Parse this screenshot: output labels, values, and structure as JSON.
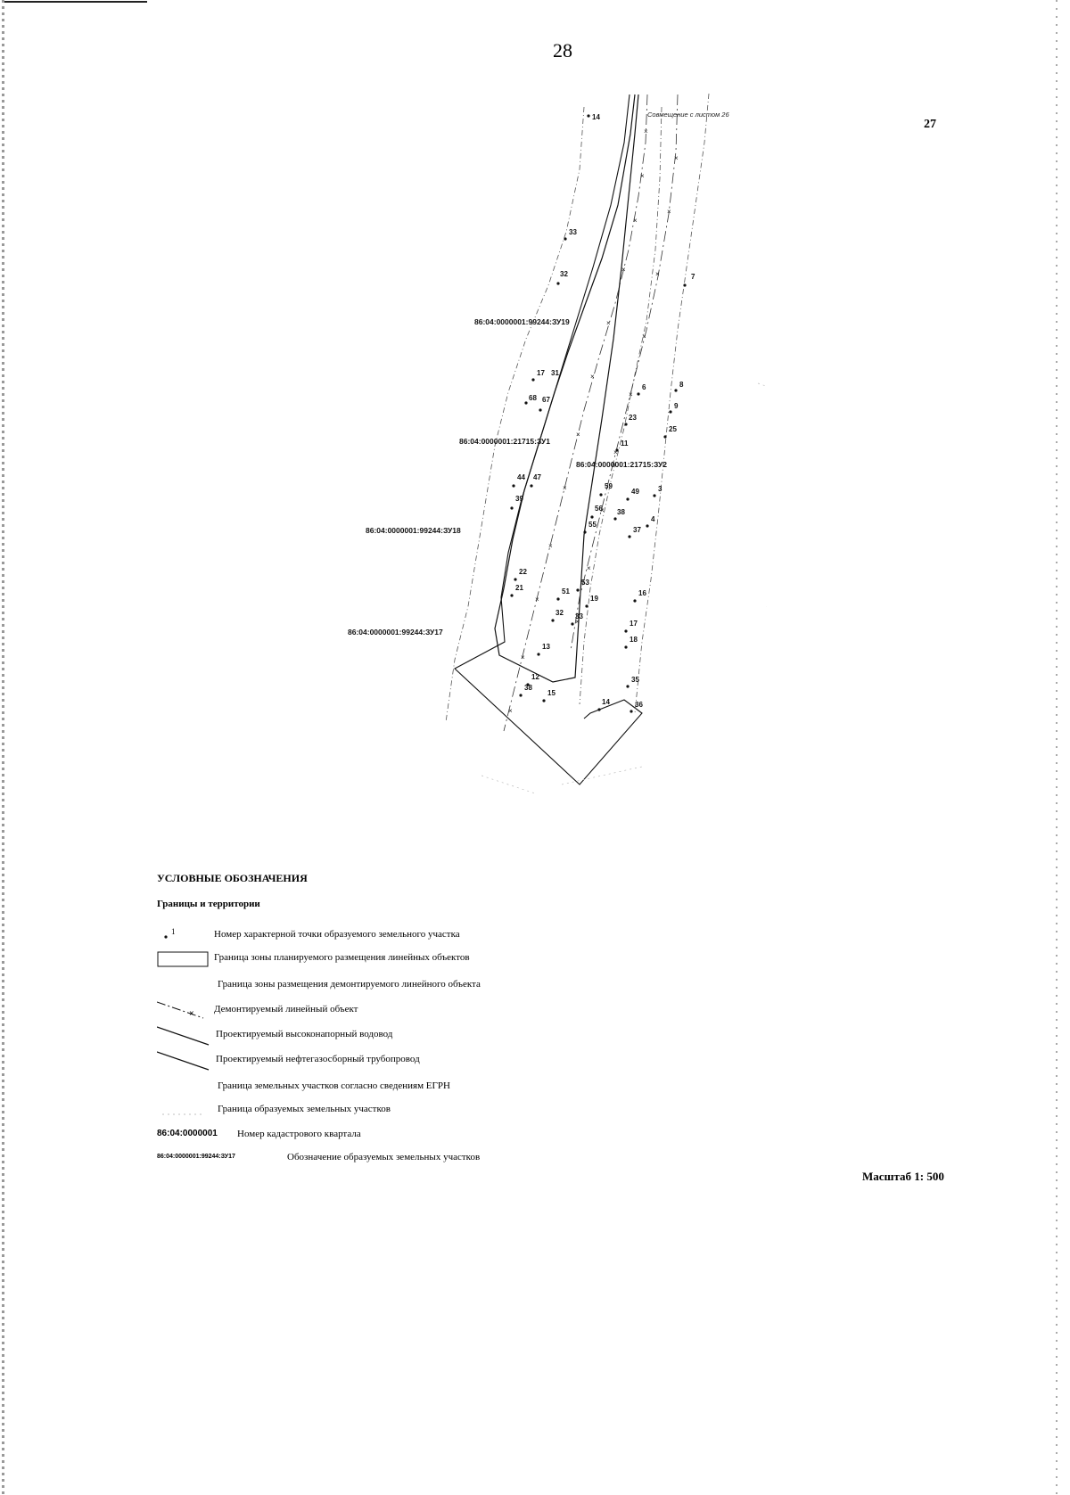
{
  "page_number": "28",
  "adjacent_sheet": "27",
  "map": {
    "match_note": "Совмещение с листом 26",
    "parcel_labels": [
      "86:04:0000001:99244:ЗУ19",
      "86:04:0000001:21715:ЗУ1",
      "86:04:0000001:21715:ЗУ2",
      "86:04:0000001:99244:ЗУ18",
      "86:04:0000001:99244:ЗУ17"
    ],
    "point_labels": [
      "14",
      "33",
      "32",
      "7",
      "17",
      "31",
      "68",
      "67",
      "8",
      "9",
      "6",
      "23",
      "25",
      "11",
      "44",
      "47",
      "39",
      "49",
      "59",
      "56",
      "38",
      "3",
      "4",
      "55",
      "37",
      "22",
      "21",
      "53",
      "51",
      "19",
      "16",
      "32",
      "33",
      "17",
      "18",
      "13",
      "12",
      "15",
      "35",
      "36",
      "14",
      "38"
    ]
  },
  "legend": {
    "title": "УСЛОВНЫЕ ОБОЗНАЧЕНИЯ",
    "subtitle": "Границы и территории",
    "point_marker": "1",
    "items": [
      "Номер характерной точки образуемого земельного участка",
      "Граница зоны планируемого размещения линейных объектов",
      "Граница зоны размещения демонтируемого линейного объекта",
      "Демонтируемый линейный объект",
      "Проектируемый высоконапорный водовод",
      "Проектируемый нефтегазосборный трубопровод",
      "Граница земельных участков согласно сведениям ЕГРН",
      "Граница образуемых земельных участков"
    ],
    "cadastral_code": "86:04:0000001",
    "cadastral_text": "Номер кадастрового квартала",
    "parcel_code": "86:04:0000001:99244:ЗУ17",
    "parcel_text": "Обозначение образуемых земельных участков"
  },
  "scale": "Масштаб 1: 500"
}
